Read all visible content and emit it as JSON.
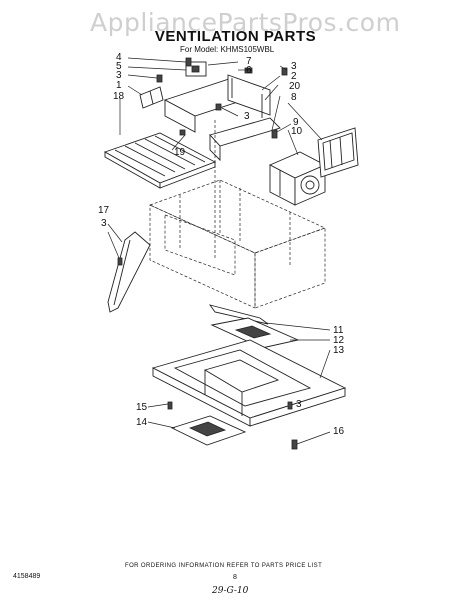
{
  "watermark": "AppliancePartsPros.com",
  "title": "VENTILATION PARTS",
  "model_line": "For Model: KHMS105WBL",
  "callouts": {
    "c1": "1",
    "c2": "2",
    "c3a": "3",
    "c3b": "3",
    "c3c": "3",
    "c3d": "3",
    "c3e": "3",
    "c4": "4",
    "c5": "5",
    "c6": "6",
    "c7": "7",
    "c8": "8",
    "c9": "9",
    "c10": "10",
    "c11": "11",
    "c12": "12",
    "c13": "13",
    "c14": "14",
    "c15": "15",
    "c16": "16",
    "c17": "17",
    "c18": "18",
    "c19": "19",
    "c20": "20"
  },
  "footer_note": "FOR ORDERING INFORMATION REFER TO PARTS PRICE LIST",
  "doc_number": "4158489",
  "page_number": "8",
  "handwritten_note": "29-G-10"
}
